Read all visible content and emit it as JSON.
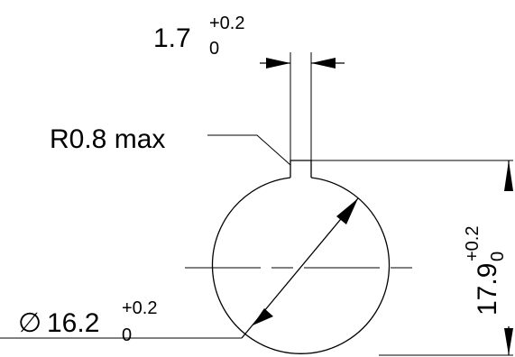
{
  "slot_width": {
    "nominal": "1.7",
    "upper_tol": "+0.2",
    "lower_tol": "0"
  },
  "radius_note": {
    "text": "R0.8 max"
  },
  "height": {
    "nominal": "17.9",
    "upper_tol": "+0.2",
    "lower_tol": "0"
  },
  "diameter": {
    "symbol": "∅",
    "nominal": "16.2",
    "upper_tol": "+0.2",
    "lower_tol": "0"
  }
}
